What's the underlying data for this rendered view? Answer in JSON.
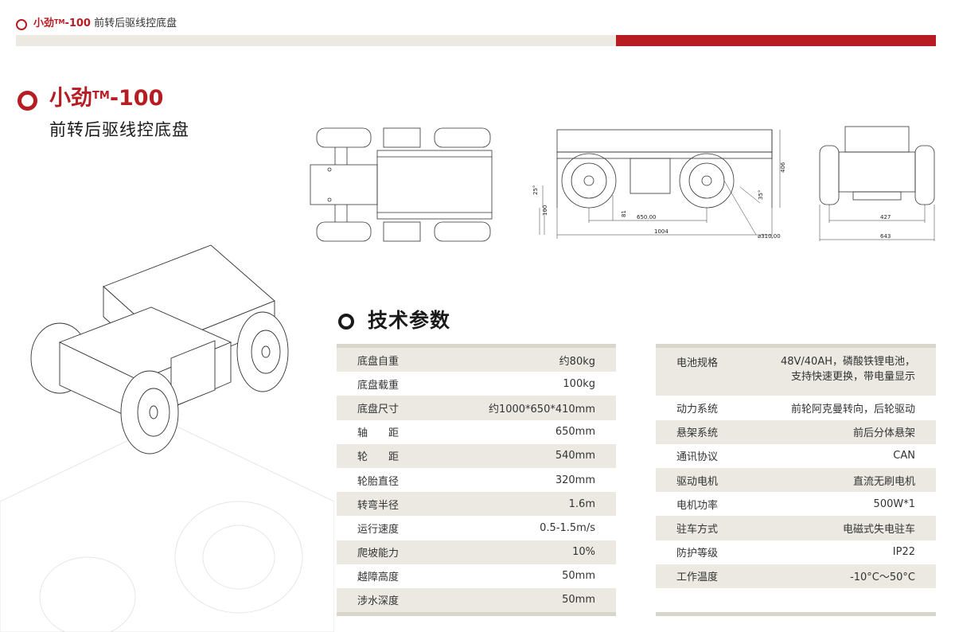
{
  "header": {
    "brand_name": "小劲",
    "trademark": "TM",
    "model": "-100",
    "subtitle": "前转后驱线控底盘",
    "accent_color": "#b71c22",
    "bar_color": "#ebe9e2"
  },
  "product": {
    "brand_name": "小劲",
    "trademark": "TM",
    "model": "-100",
    "subtitle": "前转后驱线控底盘"
  },
  "drawings": {
    "side_view": {
      "dim_wheelbase": "650.00",
      "dim_length": "1004",
      "dim_height": "406",
      "dim_clearance": "100",
      "dim_81": "81",
      "dim_25": "25°",
      "dim_35": "35°",
      "dim_wheel_dia": "⌀310.00"
    },
    "rear_view": {
      "dim_track": "427",
      "dim_width": "643"
    }
  },
  "specs": {
    "heading": "技术参数",
    "left": [
      {
        "label": "底盘自重",
        "value": "约80kg"
      },
      {
        "label": "底盘载重",
        "value": "100kg"
      },
      {
        "label": "底盘尺寸",
        "value": "约1000*650*410mm"
      },
      {
        "label": "轴　　距",
        "value": "650mm"
      },
      {
        "label": "轮　　距",
        "value": "540mm"
      },
      {
        "label": "轮胎直径",
        "value": "320mm"
      },
      {
        "label": "转弯半径",
        "value": "1.6m"
      },
      {
        "label": "运行速度",
        "value": "0.5-1.5m/s"
      },
      {
        "label": "爬坡能力",
        "value": "10%"
      },
      {
        "label": "越障高度",
        "value": "50mm"
      },
      {
        "label": "涉水深度",
        "value": "50mm"
      }
    ],
    "right": [
      {
        "label": "电池规格",
        "value_line1": "48V/40AH，磷酸铁锂电池，",
        "value_line2": "支持快速更换，带电量显示"
      },
      {
        "label": "动力系统",
        "value": "前轮阿克曼转向，后轮驱动"
      },
      {
        "label": "悬架系统",
        "value": "前后分体悬架"
      },
      {
        "label": "通讯协议",
        "value": "CAN"
      },
      {
        "label": "驱动电机",
        "value": "直流无刷电机"
      },
      {
        "label": "电机功率",
        "value": "500W*1"
      },
      {
        "label": "驻车方式",
        "value": "电磁式失电驻车"
      },
      {
        "label": "防护等级",
        "value": "IP22"
      },
      {
        "label": "工作温度",
        "value": "-10°C～50°C"
      }
    ]
  }
}
